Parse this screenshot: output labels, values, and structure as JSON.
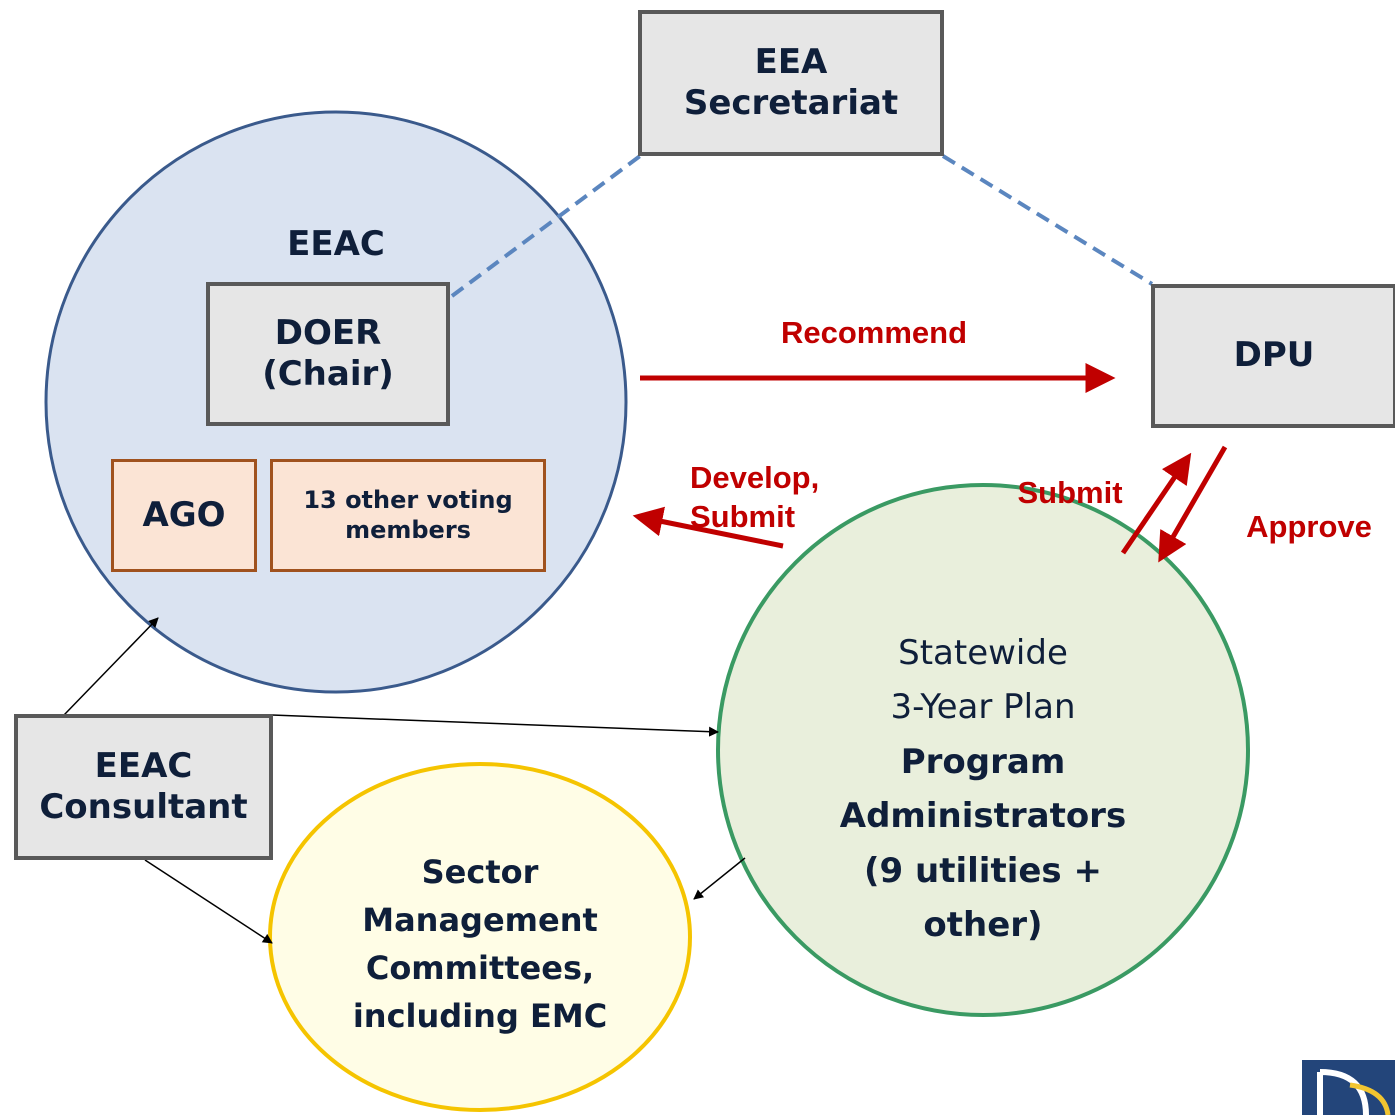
{
  "nodes": {
    "eea_secretariat": {
      "line1": "EEA",
      "line2": "Secretariat"
    },
    "eeac_label": "EEAC",
    "doer": {
      "line1": "DOER",
      "line2": "(Chair)"
    },
    "ago": "AGO",
    "voting_members": {
      "line1": "13 other voting",
      "line2": "members"
    },
    "dpu": "DPU",
    "eeac_consultant": {
      "line1": "EEAC",
      "line2": "Consultant"
    },
    "plan": {
      "line1": "Statewide",
      "line2": "3-Year Plan",
      "line3": "Program",
      "line4": "Administrators",
      "line5": "(9 utilities +",
      "line6": "other)"
    },
    "sector": {
      "line1": "Sector",
      "line2": "Management",
      "line3": "Committees,",
      "line4": "including EMC"
    }
  },
  "edge_labels": {
    "recommend": "Recommend",
    "develop_line1": "Develop,",
    "develop_line2": "Submit",
    "submit": "Submit",
    "approve": "Approve"
  },
  "colors": {
    "eeac_circle_fill": "#dae3f1",
    "eeac_circle_stroke": "#3a5a8c",
    "plan_circle_fill": "#e9efdc",
    "plan_circle_stroke": "#3a9a63",
    "sector_circle_fill": "#fffde6",
    "sector_circle_stroke": "#f5c400",
    "red_arrow": "#c00000",
    "dashed_link": "#5b86bf"
  }
}
